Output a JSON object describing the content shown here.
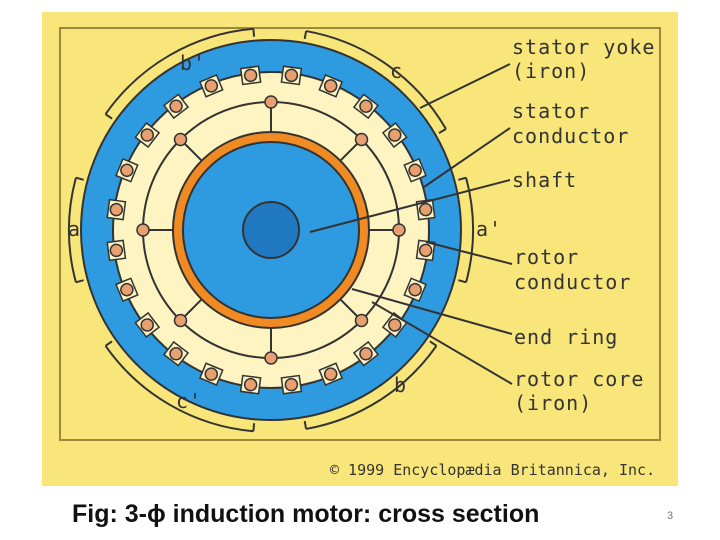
{
  "figure": {
    "labels": {
      "stator_yoke": "stator yoke",
      "stator_yoke_material": "(iron)",
      "stator_conductor_1": "stator",
      "stator_conductor_2": "conductor",
      "shaft": "shaft",
      "rotor_conductor_1": "rotor",
      "rotor_conductor_2": "conductor",
      "end_ring": "end ring",
      "rotor_core": "rotor core",
      "rotor_core_material": "(iron)"
    },
    "phases": {
      "a": "a",
      "a_prime": "a'",
      "b": "b",
      "b_prime": "b'",
      "c": "c",
      "c_prime": "c'"
    },
    "copyright": "© 1999 Encyclopædia Britannica, Inc.",
    "colors": {
      "background": "#f8e67a",
      "stator_iron": "#2e9ae0",
      "rotor_core": "#2e9ae0",
      "shaft": "#1f78c0",
      "end_ring": "#f08a22",
      "conductor": "#e8a070",
      "inner_cream": "#fdf4c2",
      "outline": "#333333"
    }
  },
  "caption": "Fig: 3-ϕ induction motor: cross section",
  "slide_number": "3"
}
